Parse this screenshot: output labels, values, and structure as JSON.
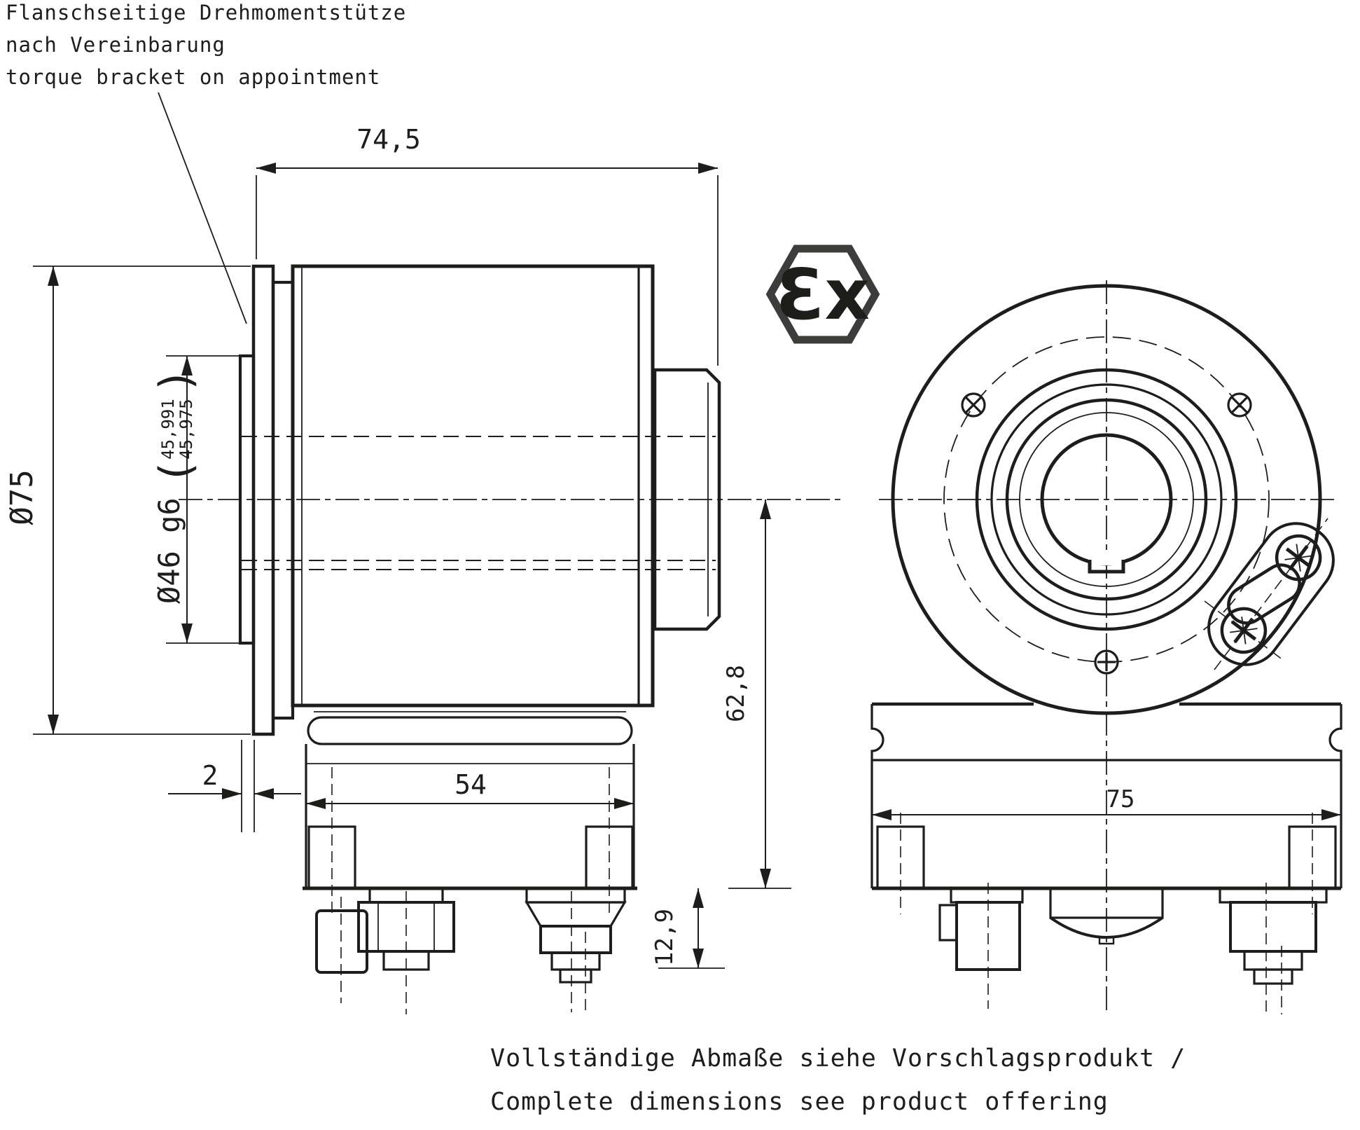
{
  "annotation": {
    "line1": "Flanschseitige Drehmomentstütze",
    "line2": "nach Vereinbarung",
    "line3": "torque bracket on appointment"
  },
  "footer": {
    "line1": "Vollständige Abmaße siehe Vorschlagsprodukt /",
    "line2": "Complete dimensions see product offering"
  },
  "dimensions": {
    "overall_width": "74,5",
    "flange_diameter": "Ø75",
    "shaft_fit": "Ø46 g6",
    "paren_open": "(",
    "tolerance_upper": "45,991",
    "tolerance_lower": "45,975",
    "paren_close": ")",
    "plate_thickness": "2",
    "body_width": "54",
    "axis_to_bottom": "62,8",
    "connector_height": "12,9",
    "bracket_width": "75"
  },
  "ex_symbol": {
    "label": "Ɛx",
    "color": "#3c3c3b"
  },
  "colors": {
    "line": "#1d1d1b",
    "background": "#ffffff"
  }
}
